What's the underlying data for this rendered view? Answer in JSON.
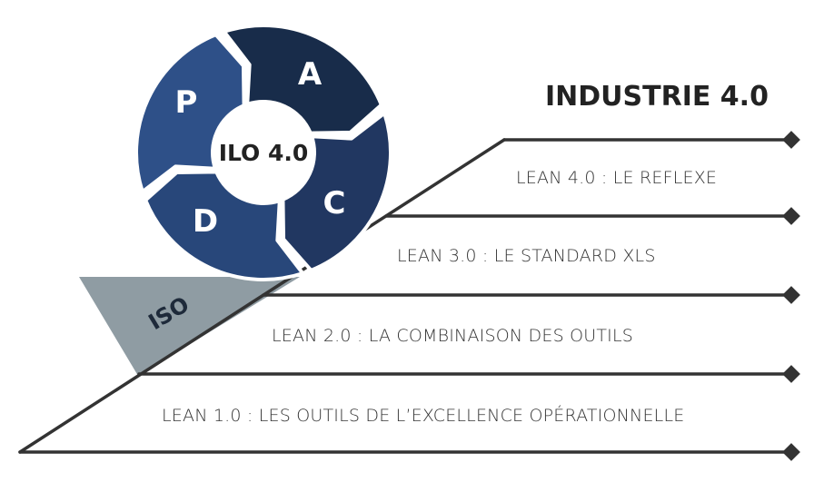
{
  "title": "INDUSTRIE 4.0",
  "cycle": {
    "center_label": "ILO 4.0",
    "segments": [
      {
        "letter": "A",
        "color": "#182c4a"
      },
      {
        "letter": "C",
        "color": "#213761"
      },
      {
        "letter": "D",
        "color": "#28477a"
      },
      {
        "letter": "P",
        "color": "#2e5088"
      }
    ]
  },
  "iso": {
    "label": "ISO",
    "color": "#8f9ca3"
  },
  "levels": [
    {
      "label": "LEAN 4.0 : LE REFLEXE"
    },
    {
      "label": "LEAN 3.0 : LE STANDARD XLS"
    },
    {
      "label": "LEAN 2.0 : LA COMBINAISON DES OUTILS"
    },
    {
      "label": "LEAN 1.0 : LES OUTILS DE L’EXCELLENCE OPÉRATIONNELLE"
    }
  ],
  "colors": {
    "line": "#333333",
    "background": "#ffffff"
  }
}
